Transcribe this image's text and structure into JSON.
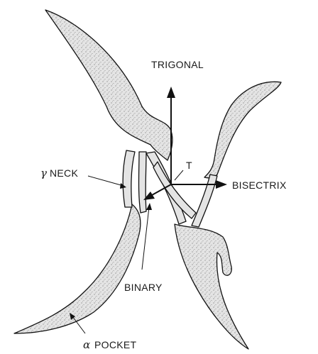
{
  "labels": {
    "trigonal": "TRIGONAL",
    "bisectrix": "BISECTRIX",
    "binary": "BINARY",
    "t": "T",
    "gamma_symbol": "γ",
    "neck": "NECK",
    "alpha_symbol": "α",
    "pocket": "POCKET"
  }
}
